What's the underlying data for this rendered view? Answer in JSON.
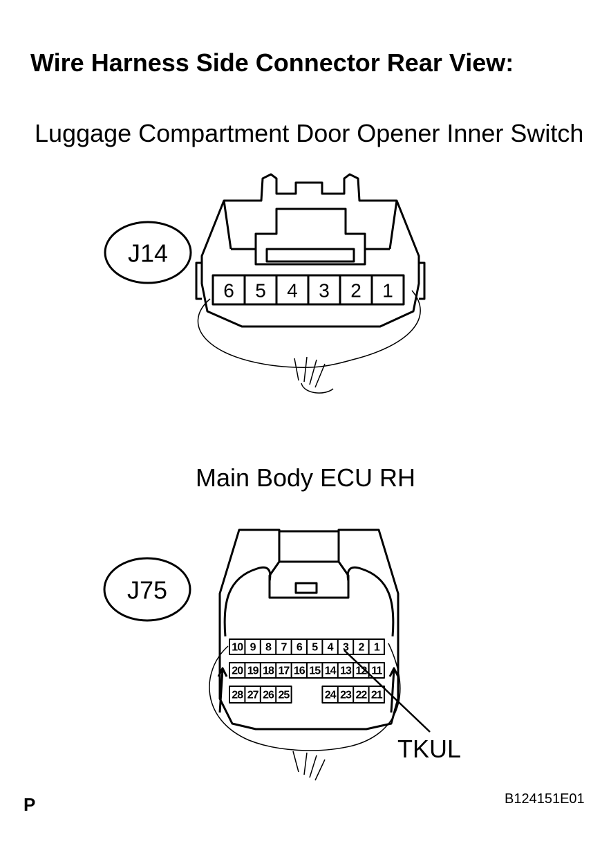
{
  "title": "Wire Harness Side Connector Rear View:",
  "connector1": {
    "name": "Luggage Compartment Door Opener Inner Switch",
    "code": "J14",
    "pins": [
      "6",
      "5",
      "4",
      "3",
      "2",
      "1"
    ]
  },
  "connector2": {
    "name": "Main Body ECU RH",
    "code": "J75",
    "row1": [
      "10",
      "9",
      "8",
      "7",
      "6",
      "5",
      "4",
      "3",
      "2",
      "1"
    ],
    "row2": [
      "20",
      "19",
      "18",
      "17",
      "16",
      "15",
      "14",
      "13",
      "12",
      "11"
    ],
    "row3_left": [
      "28",
      "27",
      "26",
      "25"
    ],
    "row3_right": [
      "24",
      "23",
      "22",
      "21"
    ],
    "callout": "TKUL"
  },
  "corner_letter": "P",
  "figure_id": "B124151E01"
}
